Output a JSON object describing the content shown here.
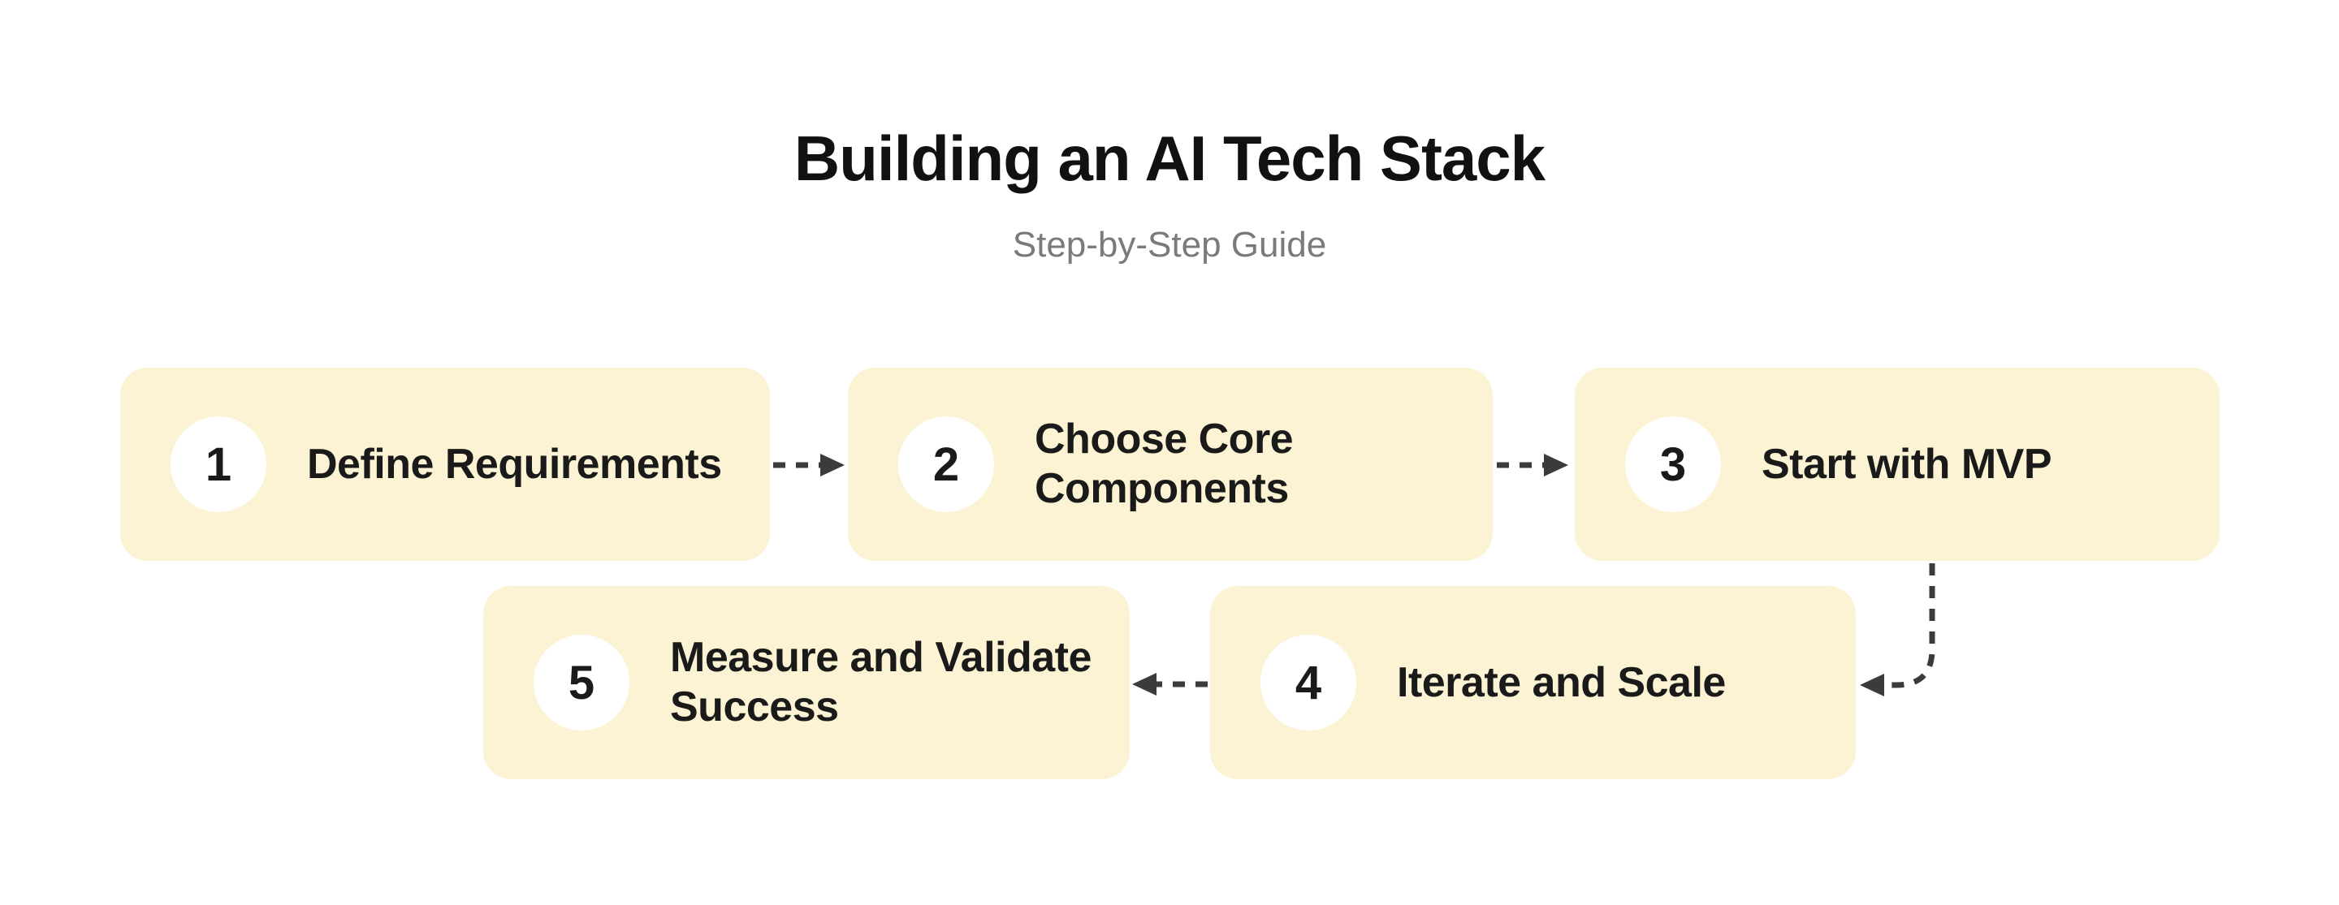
{
  "header": {
    "title": "Building an AI Tech Stack",
    "subtitle": "Step-by-Step Guide"
  },
  "steps": [
    {
      "number": "1",
      "label": "Define Requirements"
    },
    {
      "number": "2",
      "label": "Choose Core\nComponents"
    },
    {
      "number": "3",
      "label": "Start with MVP"
    },
    {
      "number": "4",
      "label": "Iterate and Scale"
    },
    {
      "number": "5",
      "label": "Measure and Validate\nSuccess"
    }
  ],
  "flow": {
    "connectors": [
      {
        "from": "1",
        "to": "2",
        "direction": "right",
        "style": "dashed-arrow"
      },
      {
        "from": "2",
        "to": "3",
        "direction": "right",
        "style": "dashed-arrow"
      },
      {
        "from": "3",
        "to": "4",
        "direction": "down-then-left-elbow",
        "style": "dashed-arrow"
      },
      {
        "from": "4",
        "to": "5",
        "direction": "left",
        "style": "dashed-arrow"
      }
    ]
  },
  "colors": {
    "background": "#FFFFFF",
    "box_fill": "#FBF3D3",
    "circle_fill": "#FFFFFF",
    "title_text": "#111111",
    "subtitle_text": "#7A7A7A",
    "step_text": "#1A1A1A",
    "arrow": "#3B3B3B"
  }
}
